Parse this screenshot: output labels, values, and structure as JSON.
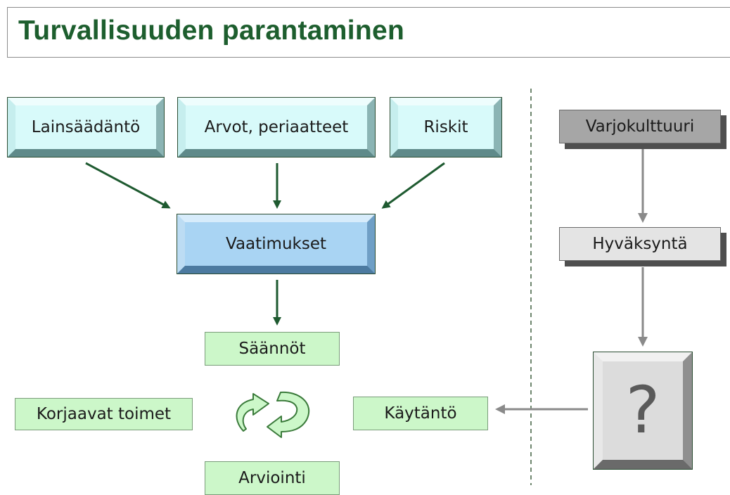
{
  "title": "Turvallisuuden parantaminen",
  "sources": [
    {
      "label": "Lainsäädäntö"
    },
    {
      "label": "Arvot, periaatteet"
    },
    {
      "label": "Riskit"
    }
  ],
  "requirements": {
    "label": "Vaatimukset"
  },
  "rules": {
    "label": "Säännöt"
  },
  "corrective": {
    "label": "Korjaavat toimet"
  },
  "practice": {
    "label": "Käytäntö"
  },
  "evaluation": {
    "label": "Arviointi"
  },
  "shadow": {
    "culture": {
      "label": "Varjokulttuuri"
    },
    "acceptance": {
      "label": "Hyväksyntä"
    },
    "unknown": {
      "symbol": "?"
    }
  },
  "colors": {
    "title_text": "#1d5e2e",
    "arrow_green": "#1e5a30",
    "arrow_grey": "#8a8a8a",
    "cycle_fill": "#ccf7c9",
    "cycle_stroke": "#3a7a3a"
  },
  "icons": {
    "cycle": "cycle-arrows-icon"
  }
}
